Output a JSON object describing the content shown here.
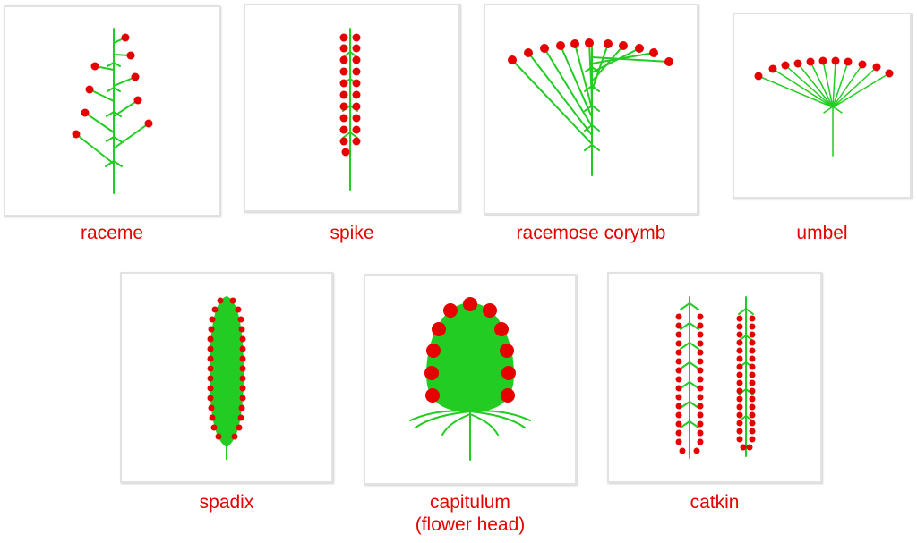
{
  "colors": {
    "stem": "#22cc22",
    "flower": "#e60000",
    "label": "#e60000"
  },
  "panels": [
    {
      "id": "raceme",
      "label": "raceme"
    },
    {
      "id": "spike",
      "label": "spike"
    },
    {
      "id": "racemose-corymb",
      "label": "racemose corymb"
    },
    {
      "id": "umbel",
      "label": "umbel"
    },
    {
      "id": "spadix",
      "label": "spadix"
    },
    {
      "id": "capitulum",
      "label": "capitulum",
      "label2": "(flower head)"
    },
    {
      "id": "catkin",
      "label": "catkin"
    }
  ]
}
